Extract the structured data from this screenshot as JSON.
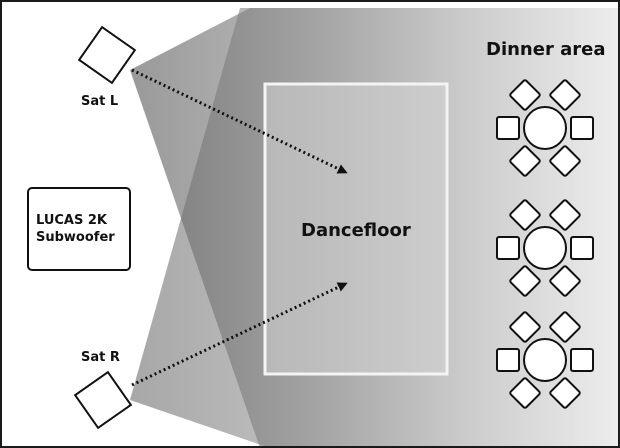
{
  "speakers": {
    "left_label": "Sat L",
    "right_label": "Sat R"
  },
  "subwoofer": {
    "line1": "LUCAS 2K",
    "line2": "Subwoofer"
  },
  "dancefloor": {
    "label": "Dancefloor"
  },
  "dinner_area": {
    "label": "Dinner area"
  },
  "colors": {
    "frame": "#1a1a1a",
    "coverage_dark": "#6e6e6e",
    "coverage_light": "#e2e2e2",
    "dancefloor_fill": "#d6d6d6",
    "dancefloor_border": "#f2f2f2",
    "arrow": "#111111"
  },
  "icons": {
    "speaker": "square-speaker-icon",
    "table": "round-table-icon",
    "chair": "square-chair-icon",
    "arrow": "dotted-arrow-icon"
  }
}
